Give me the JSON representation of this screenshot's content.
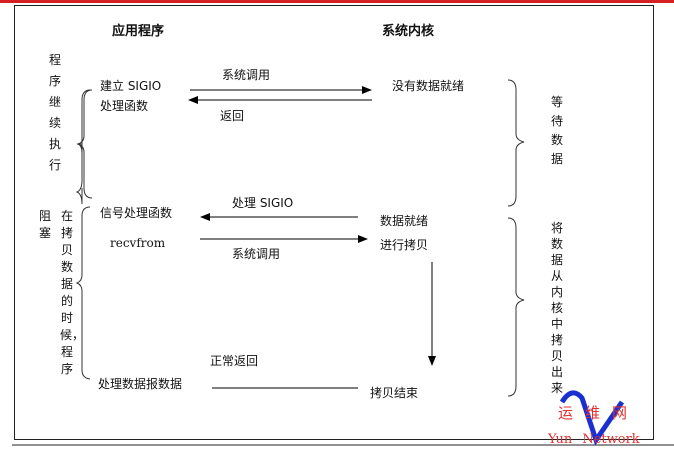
{
  "headers": {
    "app": "应用程序",
    "kernel": "系统内核"
  },
  "left_labels": {
    "continue": "程序继续执行",
    "block_a": "阻塞",
    "block_b": "在拷贝数据的时候，程序"
  },
  "right_labels": {
    "wait": "等待数据",
    "copy": "将数据从内核中拷贝出来"
  },
  "app_steps": {
    "setup_1": "建立 SIGIO",
    "setup_2": "处理函数",
    "signal": "信号处理函数",
    "recvfrom": "recvfrom",
    "process": "处理数据报数据"
  },
  "kernel_steps": {
    "no_data": "没有数据就绪",
    "ready": "数据就绪",
    "copying": "进行拷贝",
    "done": "拷贝结束"
  },
  "arrows": {
    "syscall1": "系统调用",
    "return1": "返回",
    "sigio": "处理 SIGIO",
    "syscall2": "系统调用",
    "normal_return": "正常返回"
  },
  "watermark": {
    "cn": "运维网",
    "en": "Yun Network"
  },
  "colors": {
    "top_bar": "#d32020",
    "watermark_red": "#e03030",
    "watermark_blue": "#1a2fd0"
  }
}
